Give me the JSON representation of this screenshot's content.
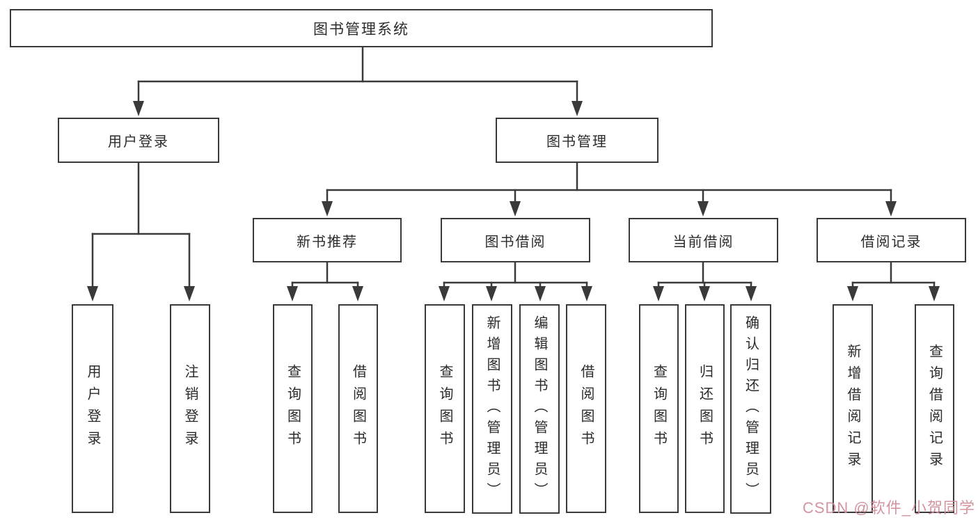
{
  "diagram": {
    "root": "图书管理系统",
    "level2": {
      "user_login": "用户登录",
      "book_mgmt": "图书管理"
    },
    "level3": {
      "new_book": "新书推荐",
      "borrow": "图书借阅",
      "current": "当前借阅",
      "records": "借阅记录"
    },
    "leaves": {
      "user_login": "用户登录",
      "logout": "注销登录",
      "nb_query": "查询图书",
      "nb_borrow": "借阅图书",
      "bb_query": "查询图书",
      "bb_add": "新增图书（管理员）",
      "bb_edit": "编辑图书（管理员）",
      "bb_borrow": "借阅图书",
      "cb_query": "查询图书",
      "cb_return": "归还图书",
      "cb_confirm": "确认归还（管理员）",
      "br_add": "新增借阅记录",
      "br_query": "查询借阅记录"
    },
    "line_color": "#3a3a3a"
  },
  "watermark": {
    "text": "CSDN @软件_小贺同学",
    "color": "#d18f99"
  }
}
